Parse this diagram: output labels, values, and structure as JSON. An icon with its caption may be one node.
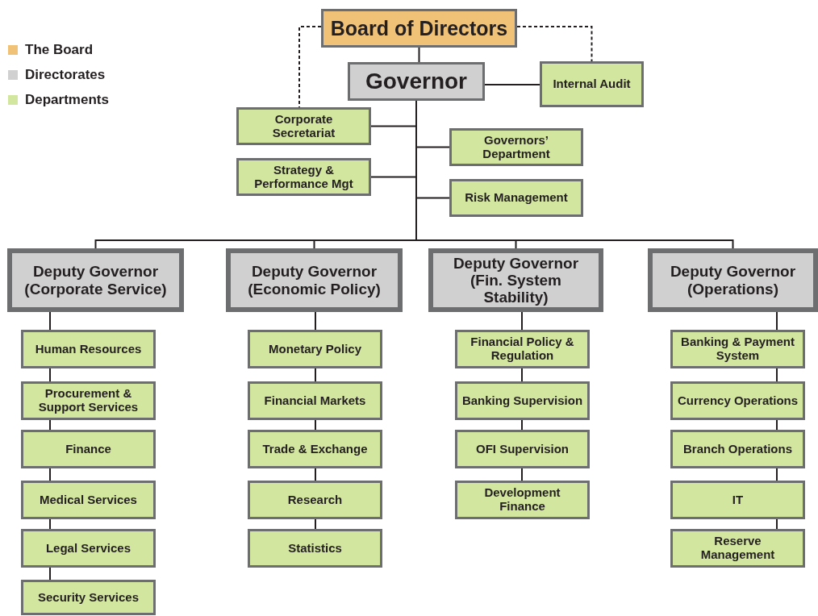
{
  "diagram": {
    "nodes": [
      {
        "text": [
          "Board of Directors"
        ]
      },
      {
        "text": [
          "Governor"
        ]
      },
      {
        "text": [
          "Internal Audit"
        ]
      },
      {
        "text": [
          "Corporate Secretariat"
        ]
      },
      {
        "text": [
          "Governors’ Department"
        ]
      },
      {
        "text": [
          "Strategy & Performance Mgt"
        ]
      },
      {
        "text": [
          "Risk Management"
        ]
      },
      {
        "text": [
          "Deputy Governor (Corporate Service)"
        ]
      },
      {
        "text": [
          "Deputy Governor (Economic Policy)"
        ]
      },
      {
        "text": [
          "Deputy Governor (Fin. System Stability)"
        ]
      },
      {
        "text": [
          "Deputy Governor (Operations)"
        ]
      },
      {
        "text": [
          "Human Resources"
        ]
      },
      {
        "text": [
          "Procurement & Support Services"
        ]
      },
      {
        "text": [
          "Finance"
        ]
      },
      {
        "text": [
          "Medical Services"
        ]
      },
      {
        "text": [
          "Legal Services"
        ]
      },
      {
        "text": [
          "Security Services"
        ]
      },
      {
        "text": [
          "Monetary Policy"
        ]
      },
      {
        "text": [
          "Financial Markets"
        ]
      },
      {
        "text": [
          "Trade & Exchange"
        ]
      },
      {
        "text": [
          "Research"
        ]
      },
      {
        "text": [
          "Statistics"
        ]
      },
      {
        "text": [
          "Financial Policy & Regulation"
        ]
      },
      {
        "text": [
          "Banking Supervision"
        ]
      },
      {
        "text": [
          "OFI Supervision"
        ]
      },
      {
        "text": [
          "Development Finance"
        ]
      },
      {
        "text": [
          "Banking & Payment System"
        ]
      },
      {
        "text": [
          "Currency Operations"
        ]
      },
      {
        "text": [
          "Branch Operations"
        ]
      },
      {
        "text": [
          "IT"
        ]
      },
      {
        "text": [
          "Reserve Management"
        ]
      }
    ],
    "edges": [
      {
        "from": 0,
        "to": 1,
        "arrow": "none"
      },
      {
        "from": 0,
        "to": 3,
        "arrow": "none",
        "style": "dashed"
      },
      {
        "from": 0,
        "to": 2,
        "arrow": "none",
        "style": "dashed"
      },
      {
        "from": 1,
        "to": 2,
        "arrow": "none"
      },
      {
        "from": 1,
        "to": 3,
        "arrow": "none"
      },
      {
        "from": 1,
        "to": 4,
        "arrow": "none"
      },
      {
        "from": 1,
        "to": 5,
        "arrow": "none"
      },
      {
        "from": 1,
        "to": 6,
        "arrow": "none"
      },
      {
        "from": 1,
        "to": 7,
        "arrow": "none"
      },
      {
        "from": 1,
        "to": 8,
        "arrow": "none"
      },
      {
        "from": 1,
        "to": 9,
        "arrow": "none"
      },
      {
        "from": 1,
        "to": 10,
        "arrow": "none"
      },
      {
        "from": 7,
        "to": 11,
        "arrow": "none"
      },
      {
        "from": 11,
        "to": 12,
        "arrow": "none"
      },
      {
        "from": 12,
        "to": 13,
        "arrow": "none"
      },
      {
        "from": 13,
        "to": 14,
        "arrow": "none"
      },
      {
        "from": 14,
        "to": 15,
        "arrow": "none"
      },
      {
        "from": 15,
        "to": 16,
        "arrow": "none"
      },
      {
        "from": 8,
        "to": 17,
        "arrow": "none"
      },
      {
        "from": 17,
        "to": 18,
        "arrow": "none"
      },
      {
        "from": 18,
        "to": 19,
        "arrow": "none"
      },
      {
        "from": 19,
        "to": 20,
        "arrow": "none"
      },
      {
        "from": 20,
        "to": 21,
        "arrow": "none"
      },
      {
        "from": 9,
        "to": 22,
        "arrow": "none"
      },
      {
        "from": 22,
        "to": 23,
        "arrow": "none"
      },
      {
        "from": 23,
        "to": 24,
        "arrow": "none"
      },
      {
        "from": 24,
        "to": 25,
        "arrow": "none"
      },
      {
        "from": 10,
        "to": 26,
        "arrow": "none"
      },
      {
        "from": 26,
        "to": 27,
        "arrow": "none"
      },
      {
        "from": 27,
        "to": 28,
        "arrow": "none"
      },
      {
        "from": 28,
        "to": 29,
        "arrow": "none"
      },
      {
        "from": 29,
        "to": 30,
        "arrow": "none"
      }
    ],
    "legend": [
      {
        "text": "The Board",
        "color": "#f0c277"
      },
      {
        "text": "Directorates",
        "color": "#d0d0d0"
      },
      {
        "text": "Departments",
        "color": "#d3e6a0"
      }
    ]
  }
}
